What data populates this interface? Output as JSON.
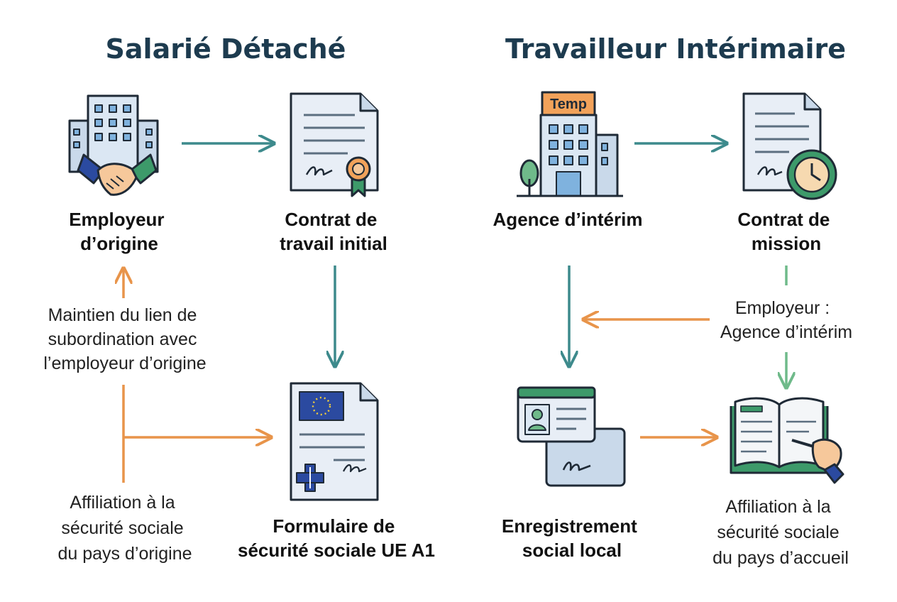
{
  "colors": {
    "title": "#1d3b4f",
    "teal_arrow": "#3d8a8c",
    "orange_arrow": "#e8944a",
    "green_arrow": "#6fba8a",
    "eu_blue": "#2b4aa0",
    "temp_sign": "#f2a25a",
    "building_blue": "#7fb2de"
  },
  "left": {
    "title": "Salarié Détaché",
    "employer": {
      "line1": "Employeur",
      "line2": "d’origine",
      "icon": "building-handshake-icon"
    },
    "contract": {
      "line1": "Contrat de",
      "line2": "travail initial",
      "icon": "signed-contract-icon"
    },
    "form": {
      "line1": "Formulaire de",
      "line2": "sécurité sociale UE A1",
      "icon": "eu-form-icon"
    },
    "note_subordination": {
      "line1": "Maintien du lien de",
      "line2": "subordination avec",
      "line3": "l’employeur d’origine"
    },
    "note_affiliation": {
      "line1": "Affiliation à la",
      "line2": "sécurité sociale",
      "line3": "du pays d’origine"
    }
  },
  "right": {
    "title": "Travailleur Intérimaire",
    "agency": {
      "line1": "Agence d’intérim",
      "sign": "Temp",
      "icon": "temp-agency-building-icon"
    },
    "contract": {
      "line1": "Contrat de",
      "line2": "mission",
      "icon": "mission-contract-clock-icon"
    },
    "note_employer": {
      "line1": "Employeur :",
      "line2": "Agence d’intérim"
    },
    "registration": {
      "line1": "Enregistrement",
      "line2": "social local",
      "icon": "id-card-icon"
    },
    "affiliation": {
      "line1": "Affiliation à la",
      "line2": "sécurité sociale",
      "line3": "du pays d’accueil",
      "icon": "book-writing-icon"
    }
  }
}
